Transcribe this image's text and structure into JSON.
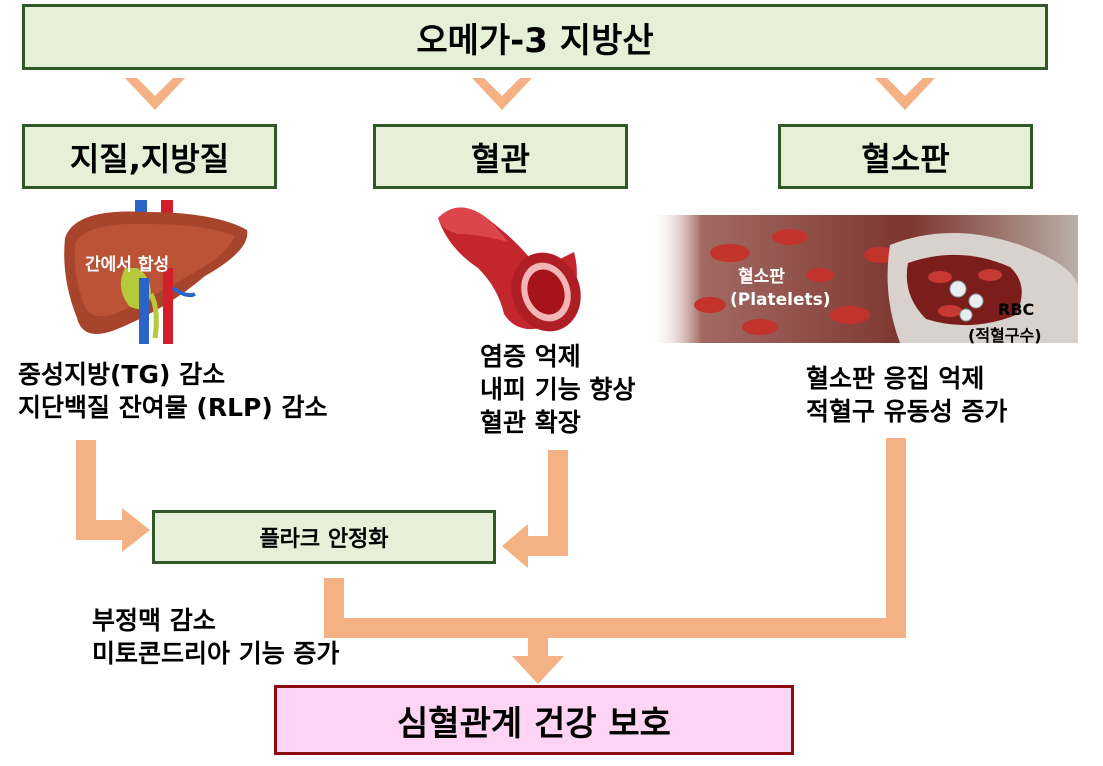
{
  "title": "오메가-3 지방산",
  "categories": [
    {
      "label": "지질,지방질"
    },
    {
      "label": "혈관"
    },
    {
      "label": "혈소판"
    }
  ],
  "images": {
    "liver_label": "간에서 합성",
    "platelet_label": "혈소판",
    "platelet_sub": "(Platelets)",
    "rbc_label": "RBC",
    "rbc_sub": "(적혈구수)"
  },
  "effects": {
    "lipid": [
      "중성지방(TG) 감소",
      "지단백질 잔여물 (RLP) 감소"
    ],
    "vessel": [
      "염증 억제",
      "내피 기능 향상",
      "혈관 확장"
    ],
    "platelet": [
      "혈소판 응집 억제",
      "적혈구 유동성 증가"
    ]
  },
  "plaque": "플라크 안정화",
  "extra": [
    "부정맥 감소",
    "미토콘드리아 기능 증가"
  ],
  "result": "심혈관계 건강 보호",
  "colors": {
    "green_fill": "#e6f0d8",
    "green_border": "#2f5a27",
    "pink_fill": "#fdd4f4",
    "pink_border": "#8b0d12",
    "arrow": "#f4b183"
  }
}
